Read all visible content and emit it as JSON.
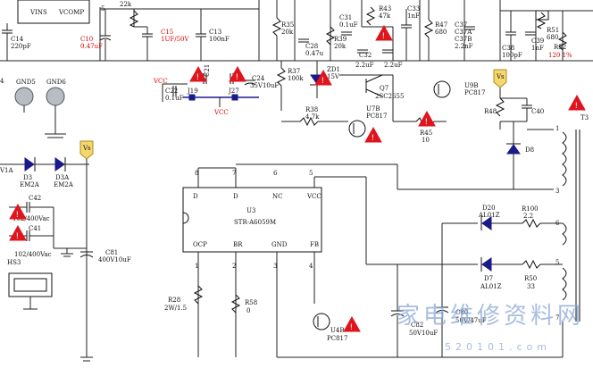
{
  "schematic": {
    "ic_top": {
      "pins": [
        "VINS",
        "VCOMP"
      ],
      "pin5": "5"
    },
    "components": {
      "c14": [
        "C14",
        "220pF"
      ],
      "c10": [
        "C10",
        "0.47uF"
      ],
      "c15": [
        "C15",
        "1UF/50V"
      ],
      "c13": [
        "C13",
        "100nF"
      ],
      "r22k": [
        "22k"
      ],
      "r35": [
        "R35",
        "20k"
      ],
      "c28": [
        "C28",
        "0.47u"
      ],
      "r39": [
        "R39",
        "20k"
      ],
      "c31": [
        "C31",
        "0.1uF"
      ],
      "r43": [
        "R43",
        "47k"
      ],
      "c33": [
        "C33",
        "1nF"
      ],
      "r47": [
        "R47",
        "680"
      ],
      "c37": [
        "C37",
        "C37A",
        "C37B",
        "2.2nF"
      ],
      "c38": [
        "C38",
        "100pF"
      ],
      "c39": [
        "C39",
        "1nF"
      ],
      "r51": [
        "R51",
        "680"
      ],
      "r52": [
        "R52",
        "120  1%"
      ],
      "c32": [
        "C32",
        "2.2uF"
      ],
      "c32b": [
        "2.2uF"
      ],
      "c21": [
        "C21"
      ],
      "c22": [
        "C22",
        "0.1uF"
      ],
      "c24": [
        "C24",
        "35V10uF"
      ],
      "j19": "J19",
      "j27": "J27",
      "vcc_label": "VCC",
      "vcc_label2": "VCC",
      "r37": [
        "R37",
        "100k"
      ],
      "zd1": [
        "ZD1",
        "15V"
      ],
      "q7": [
        "Q7",
        "2SC2655"
      ],
      "r38": [
        "R38",
        "4.7k"
      ],
      "u7b": [
        "U7B",
        "PC817"
      ],
      "u9b": [
        "U9B",
        "PC817"
      ],
      "r45": [
        "R45",
        "10"
      ],
      "r48": "R48",
      "c40": "C40",
      "d8": "D8",
      "t3": "T3",
      "gnd5": "GND5",
      "gnd6": "GND6",
      "gnd_left": "4",
      "d3": [
        "D3",
        "EM2A"
      ],
      "d3a": [
        "D3A",
        "EM2A"
      ],
      "v1a": "V1A",
      "c42": [
        "C42",
        "102/400Vac"
      ],
      "c41": [
        "C41",
        "102/400Vac"
      ],
      "hs3": "HS3",
      "c81": [
        "C81",
        "400V10uF"
      ],
      "u3": [
        "U3",
        "STR-A6059M"
      ],
      "u3_pins_top": [
        "8",
        "7",
        "6",
        "5"
      ],
      "u3_pin_names_top": [
        "D",
        "D",
        "NC",
        "VCC"
      ],
      "u3_pins_bottom": [
        "1",
        "2",
        "3",
        "4"
      ],
      "u3_pin_names_bottom": [
        "OCP",
        "BR",
        "GND",
        "FB"
      ],
      "r28": [
        "R28",
        "2W/1.5"
      ],
      "r58": [
        "R58",
        "0"
      ],
      "u4b": [
        "U4B",
        "PC817"
      ],
      "c82": [
        "C82",
        "50V10uF"
      ],
      "c80": [
        "C80",
        "50V/47uF"
      ],
      "d20": [
        "D20",
        "AL01Z"
      ],
      "r100": [
        "R100",
        "2.2"
      ],
      "d7": [
        "D7",
        "AL01Z"
      ],
      "r50": [
        "R50",
        "33"
      ],
      "t3_pins": [
        "1",
        "3",
        "6",
        "5",
        "7"
      ],
      "vs_tag": "Vs"
    },
    "watermark": {
      "cn": "家电维修资料网",
      "site": "520101.com"
    },
    "colors": {
      "wire": "#222222",
      "bus": "#1a1a8a",
      "warning": "#e0141c",
      "red_label": "#d40000",
      "watermark": "#8aa8d8",
      "tag_fill": "#f5d76e"
    }
  }
}
